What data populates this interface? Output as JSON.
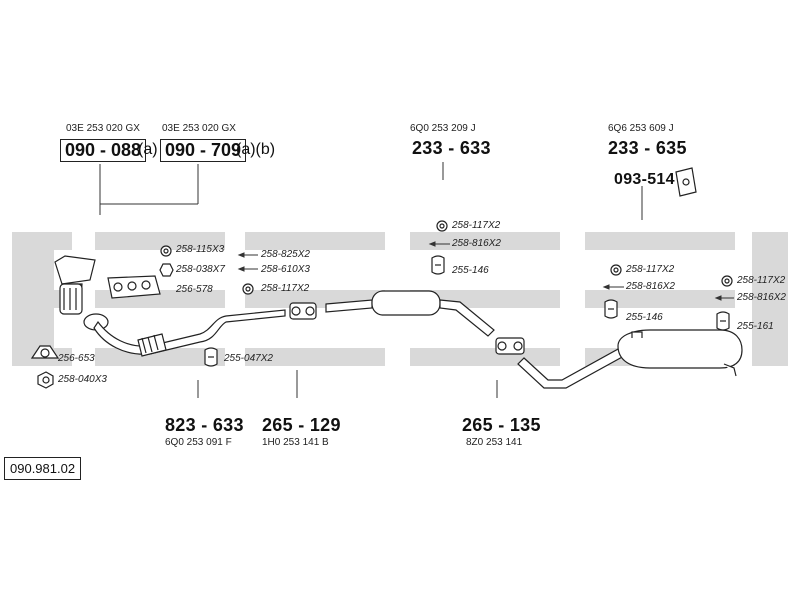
{
  "top_refs": {
    "r1": "03E 253 020 GX",
    "r2": "03E 253 020 GX",
    "r3": "6Q0 253 209 J",
    "r4": "6Q6 253 609 J"
  },
  "parts": {
    "p090088": "090 - 088",
    "p090709": "090 - 709",
    "p233633": "233 - 633",
    "p233635": "233 - 635",
    "p093514": "093-514",
    "p823633": "823 - 633",
    "p265129": "265 - 129",
    "p265135": "265 - 135"
  },
  "suffix": {
    "a": "(a)",
    "ab": "(a)(b)"
  },
  "bottom_refs": {
    "b823": "6Q0 253 091 F",
    "b265129": "1H0 253 141 B",
    "b265135": "8Z0 253 141"
  },
  "hardware": {
    "h258_115x3": "258-115X3",
    "h258_825x2": "258-825X2",
    "h258_038x7": "258-038X7",
    "h258_610x3": "258-610X3",
    "h256_578": "256-578",
    "h258_117x2_a": "258-117X2",
    "h256_653": "256-653",
    "h258_040x3": "258-040X3",
    "h255_047x2": "255-047X2",
    "h258_117x2_b": "258-117X2",
    "h258_816x2_b": "258-816X2",
    "h255_146_b": "255-146",
    "h258_117x2_c": "258-117X2",
    "h258_816x2_c": "258-816X2",
    "h255_146_c": "255-146",
    "h258_117x2_d": "258-117X2",
    "h258_816x2_d": "258-816X2",
    "h255_161": "255-161"
  },
  "catalog_number": "090.981.02"
}
